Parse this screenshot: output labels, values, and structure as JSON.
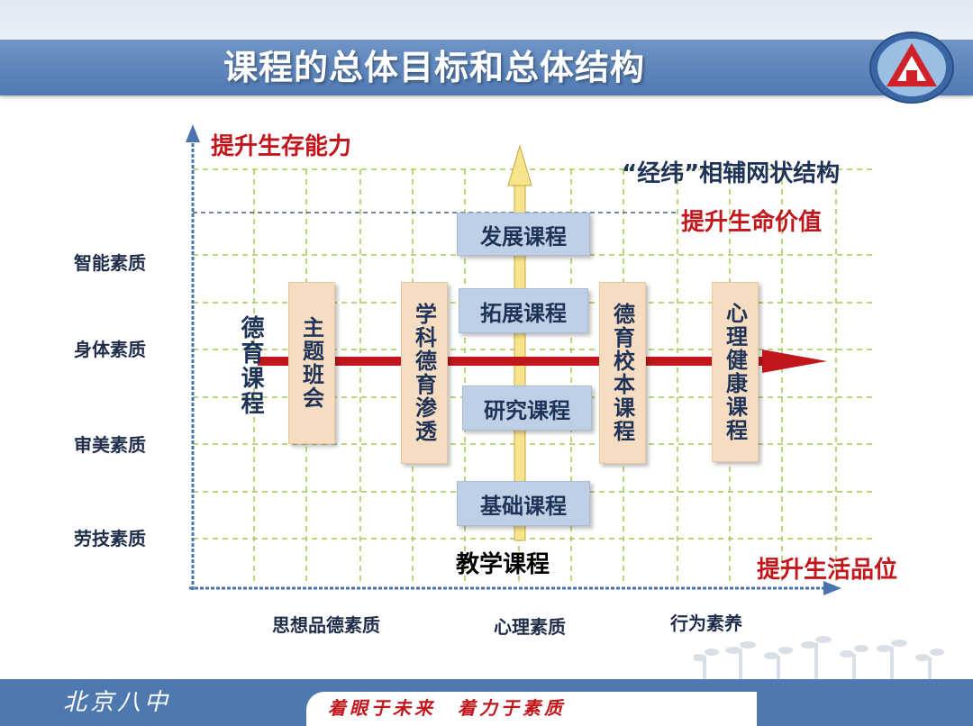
{
  "header": {
    "title": "课程的总体目标和总体结构"
  },
  "diagram": {
    "y_axis_top_label": "提升生存能力",
    "structure_label": "“经纬”相辅网状结构",
    "value_label": "提升生命价值",
    "quality_label": "提升生活品位",
    "y_labels": [
      "智能素质",
      "身体素质",
      "审美素质",
      "劳技素质"
    ],
    "x_labels": [
      "思想品德素质",
      "心理素质",
      "行为素养"
    ],
    "moral_course_label": "德育课程",
    "teaching_course_label": "教学课程",
    "teaching_boxes": [
      "发展课程",
      "拓展课程",
      "研究课程",
      "基础课程"
    ],
    "moral_boxes": [
      "主题班会",
      "学科德育渗透",
      "德育校本课程",
      "心理健康课程"
    ]
  },
  "footer": {
    "school": "北京八中",
    "motto": "着眼于未来　着力于素质"
  },
  "colors": {
    "title_band": "#5b84bb",
    "red_accent": "#c0161c",
    "navy_text": "#1f3358",
    "blue_box": "#bfd0e6",
    "tan_box": "#f6dcc0",
    "grid_green": "#9ecb4f",
    "axis_blue": "#4a74ad",
    "arrow_yellow": "#f7e48c"
  }
}
